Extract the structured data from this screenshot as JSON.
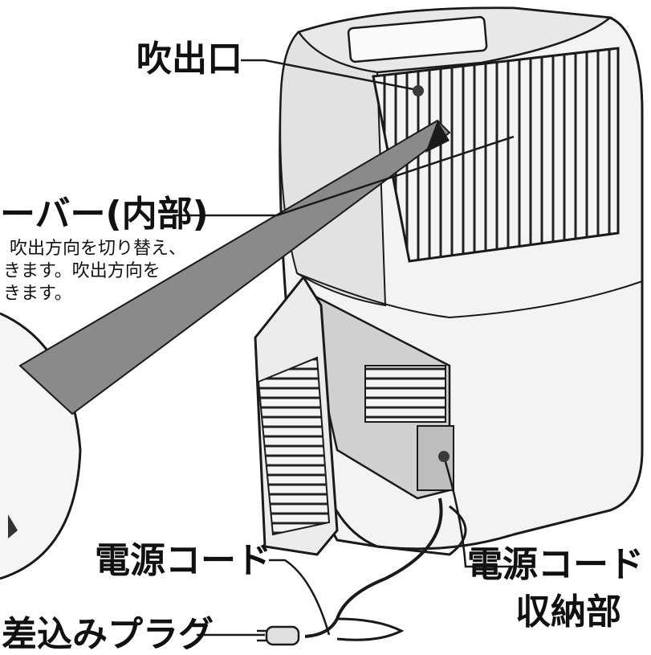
{
  "labels": {
    "outlet": "吹出口",
    "louver": "ーバー(内部)",
    "louver_note": [
      "吹出方向を切り替え、",
      "きます。吹出方向を",
      "きます。"
    ],
    "power_cord": "電源コード",
    "cord_storage_line1": "電源コード",
    "cord_storage_line2": "収納部",
    "plug": "差込みプラグ"
  },
  "colors": {
    "outline": "#1a1a1a",
    "body_fill": "#f2f2f2",
    "body_shade": "#d9d9d9",
    "dark": "#555555",
    "marker": "#3a3a3a"
  }
}
